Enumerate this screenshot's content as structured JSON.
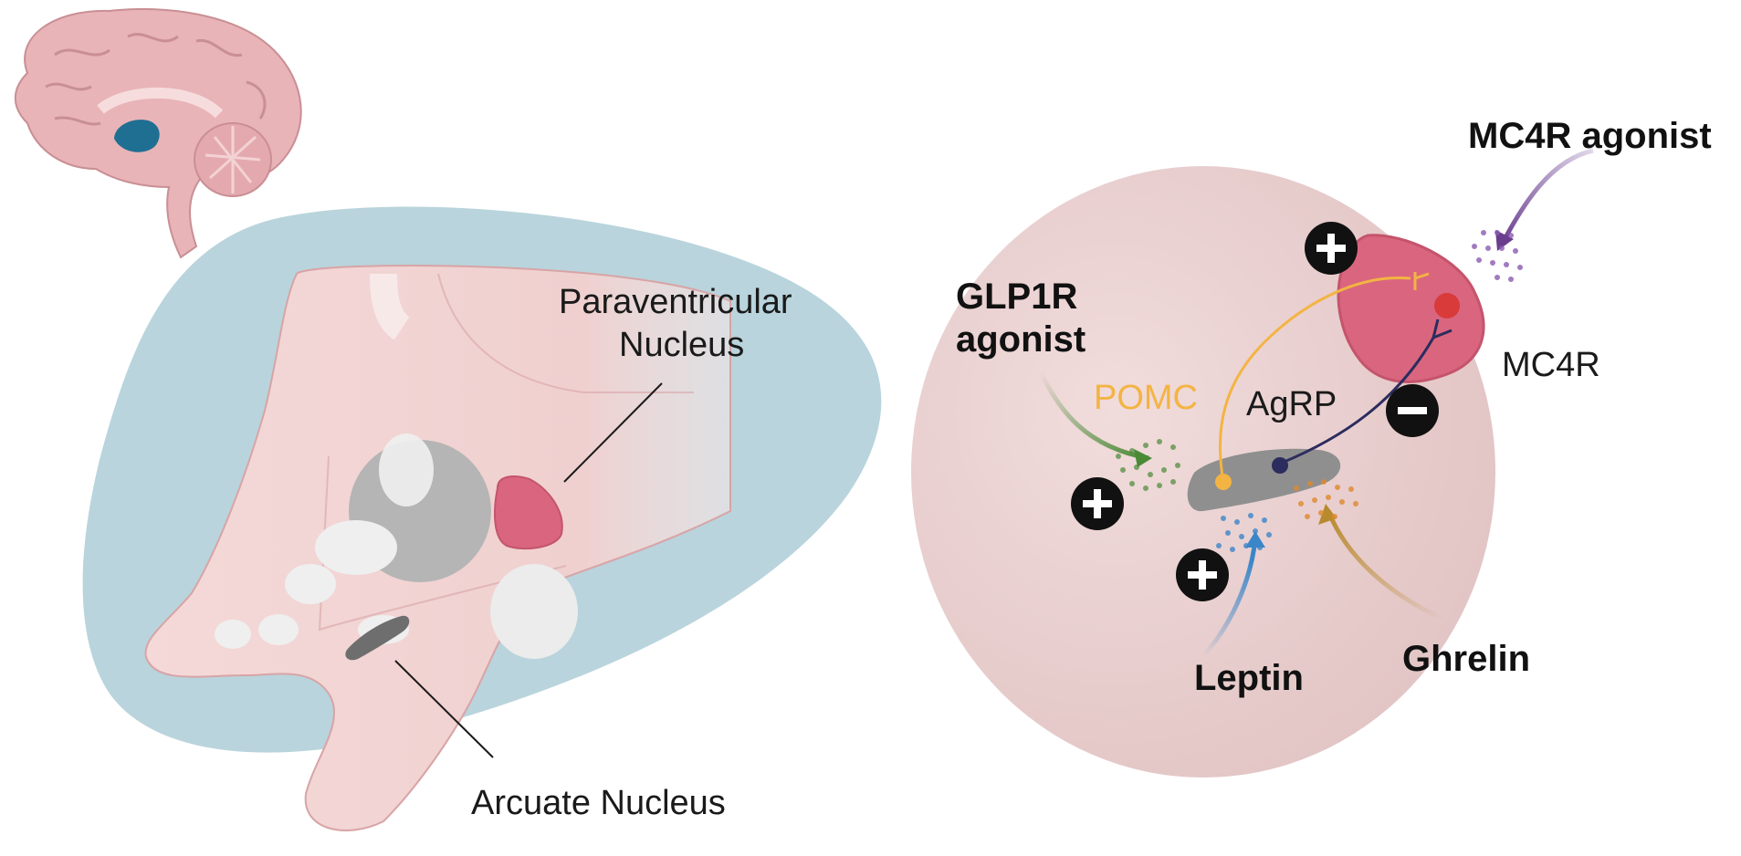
{
  "left_panel": {
    "pvn_label_line1": "Paraventricular",
    "pvn_label_line2": "Nucleus",
    "arcuate_label": "Arcuate Nucleus"
  },
  "right_panel": {
    "glp1r_label_line1": "GLP1R",
    "glp1r_label_line2": "agonist",
    "mc4r_agonist_label": "MC4R agonist",
    "pomc_label": "POMC",
    "agrp_label": "AgRP",
    "mc4r_label": "MC4R",
    "leptin_label": "Leptin",
    "ghrelin_label": "Ghrelin"
  },
  "colors": {
    "brain_pink": "#e8b4b8",
    "hypothalamus_blue": "#1f6f93",
    "background_blue": "#b9d4dc",
    "tissue_pink": "#f3d7d6",
    "pvn_red": "#d9667e",
    "cell_circle": "#ead3d3",
    "pomc_yellow": "#f3b443",
    "agrp_navy": "#2c2c5e",
    "glp1r_green": "#4a8a35",
    "mc4r_agonist_purple": "#6a3d8f",
    "leptin_blue": "#3b86c9",
    "ghrelin_gold": "#b88a2e",
    "neuron_gray": "#8f8f8f"
  }
}
